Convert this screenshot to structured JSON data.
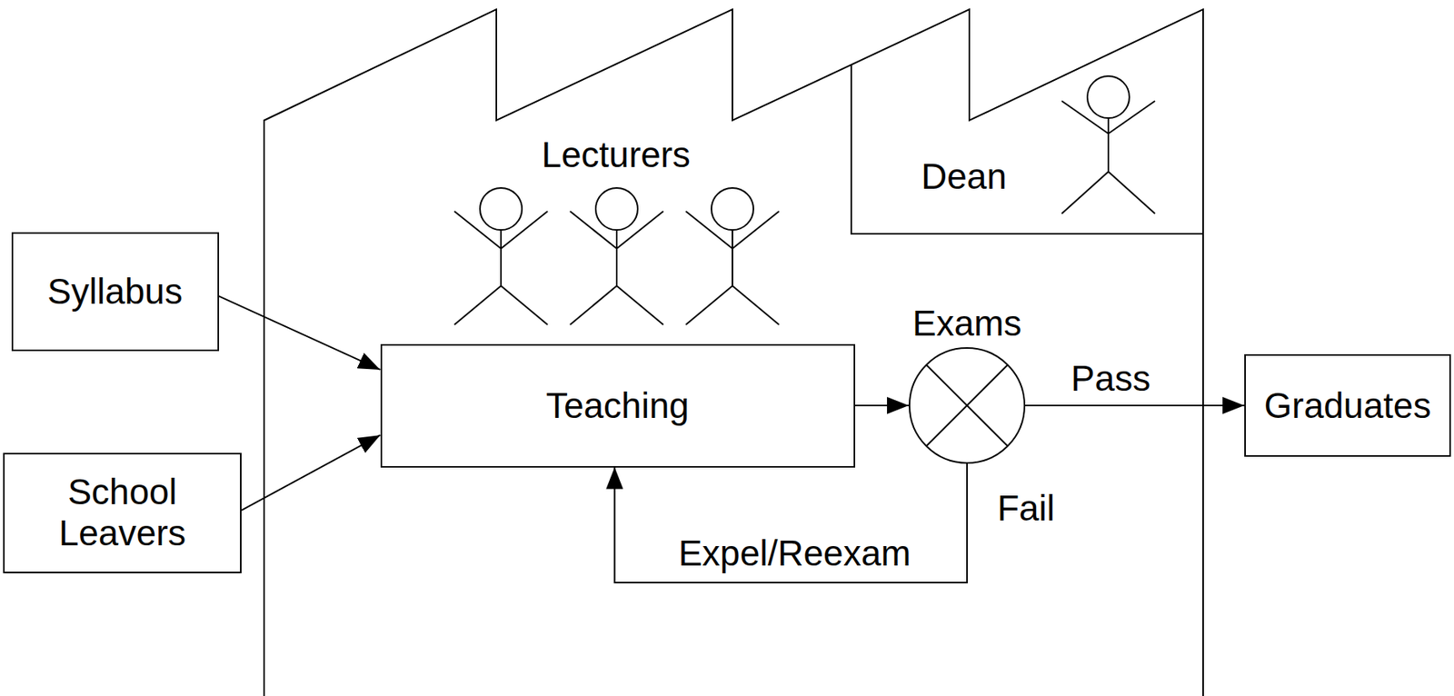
{
  "diagram": {
    "nodes": [
      {
        "text": [
          "Syllabus"
        ]
      },
      {
        "text": [
          "School Leavers"
        ]
      },
      {
        "text": [
          "Teaching"
        ]
      },
      {
        "text": [
          "Exams"
        ]
      },
      {
        "text": [
          "Graduates"
        ]
      }
    ],
    "edges": [
      {
        "from": 0,
        "to": 2,
        "arrow": "to"
      },
      {
        "from": 1,
        "to": 2,
        "arrow": "to"
      },
      {
        "from": 2,
        "to": 3,
        "arrow": "to"
      },
      {
        "from": 3,
        "to": 4,
        "label": "Pass",
        "arrow": "to"
      },
      {
        "from": 3,
        "to": 2,
        "label": "Expel/Reexam",
        "arrow": "to"
      }
    ],
    "labels": [
      "Lecturers",
      "Dean",
      "Fail"
    ]
  }
}
